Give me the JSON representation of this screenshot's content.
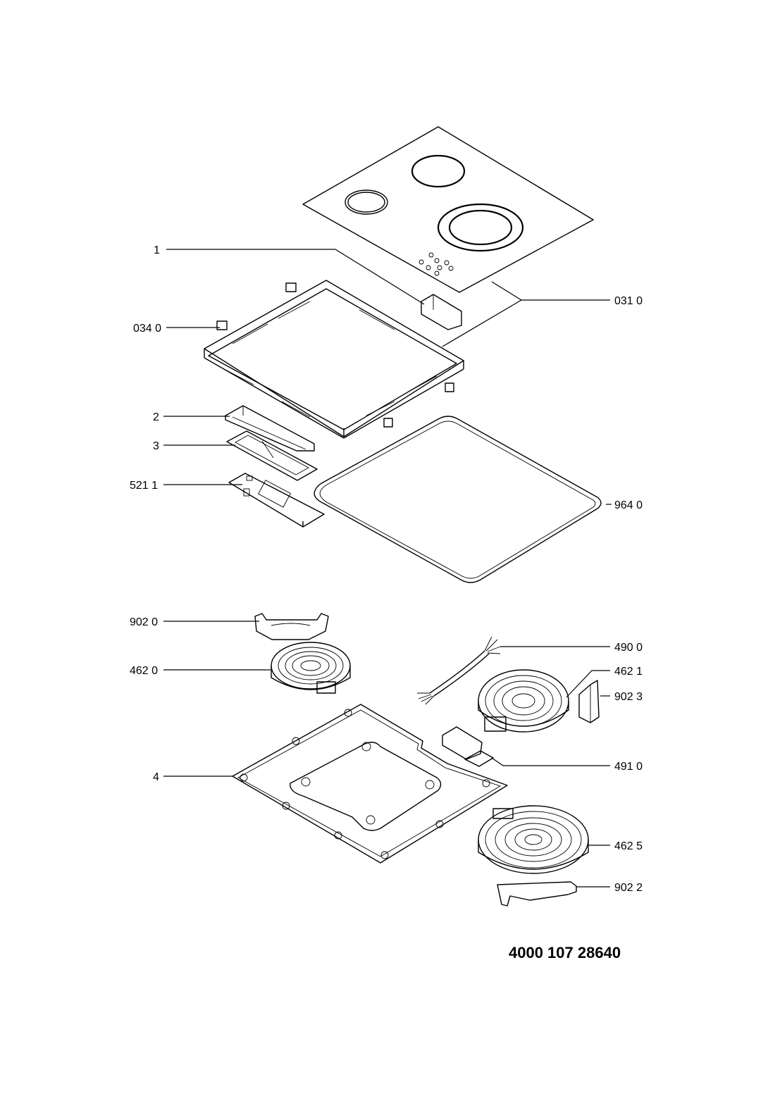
{
  "labels": {
    "p1": "1",
    "p0310": "031 0",
    "p0340": "034 0",
    "p2": "2",
    "p3": "3",
    "p5211": "521 1",
    "p9640": "964 0",
    "p9020": "902 0",
    "p4900": "490 0",
    "p4620": "462 0",
    "p4621": "462 1",
    "p9023": "902 3",
    "p4910": "491 0",
    "p4": "4",
    "p4625": "462 5",
    "p9022": "902 2"
  },
  "document_code": "4000 107 28640"
}
